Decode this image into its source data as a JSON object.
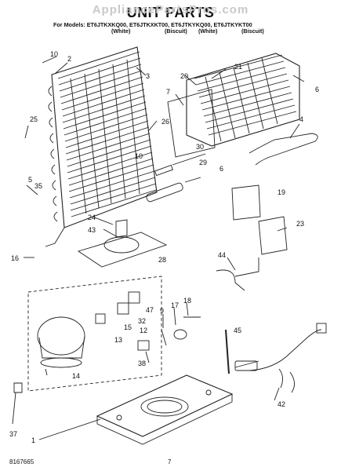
{
  "header": {
    "watermark": "AppliancePartsPros.com",
    "title": "UNIT PARTS",
    "models_line": "For Models: ET6JTKXKQ00, ET6JTKXKT00, ET6JTKYKQ00, ET6JTKYKT00",
    "colors": [
      "(White)",
      "(Biscuit)",
      "(White)",
      "(Biscuit)"
    ]
  },
  "callouts": [
    "10",
    "2",
    "3",
    "21",
    "20",
    "7",
    "6",
    "25",
    "26",
    "4",
    "10",
    "30",
    "6",
    "29",
    "5",
    "35",
    "19",
    "24",
    "43",
    "23",
    "16",
    "28",
    "44",
    "9",
    "17",
    "18",
    "47",
    "32",
    "12",
    "15",
    "13",
    "45",
    "14",
    "38",
    "42",
    "1",
    "37"
  ],
  "footer": {
    "doc_number": "8167665",
    "page_number": "7"
  }
}
